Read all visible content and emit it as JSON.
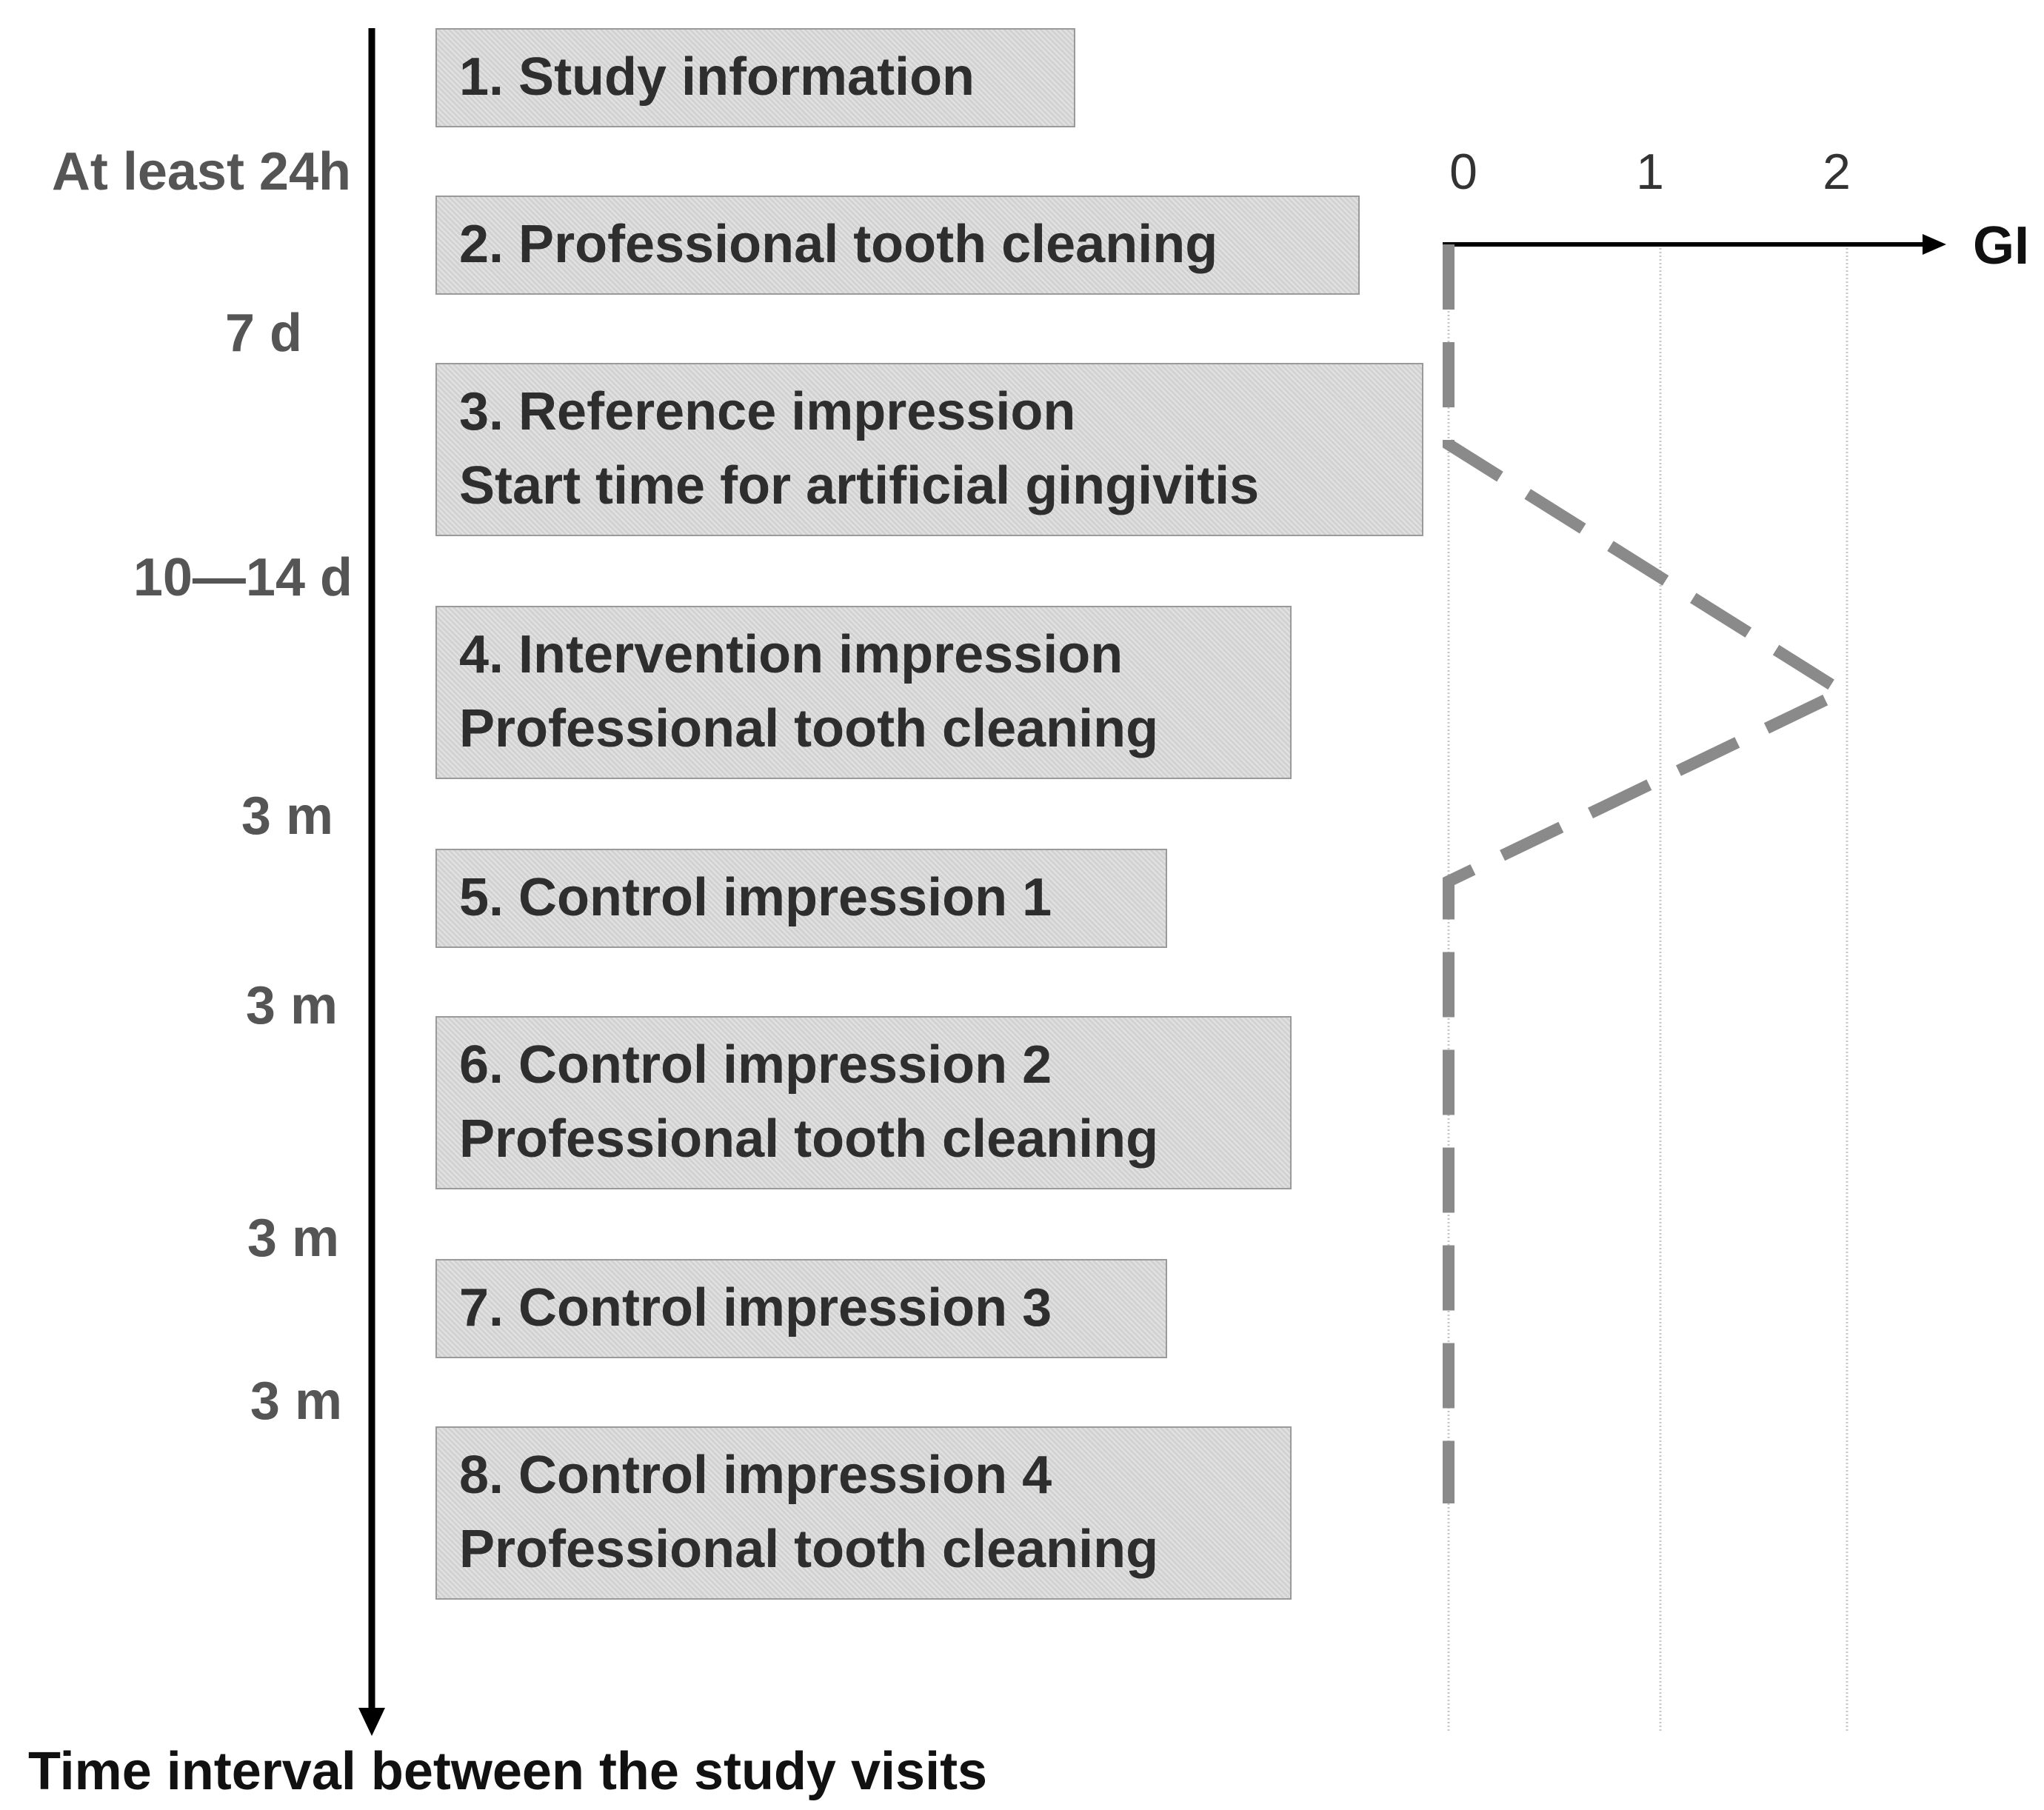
{
  "visits": [
    {
      "line1": "1. Study information",
      "line2": ""
    },
    {
      "line1": "2. Professional tooth cleaning",
      "line2": ""
    },
    {
      "line1": "3. Reference impression",
      "line2": "Start time for artificial gingivitis"
    },
    {
      "line1": "4. Intervention impression",
      "line2": "Professional tooth cleaning"
    },
    {
      "line1": "5. Control impression 1",
      "line2": ""
    },
    {
      "line1": "6. Control impression 2",
      "line2": "Professional tooth cleaning"
    },
    {
      "line1": "7. Control impression 3",
      "line2": ""
    },
    {
      "line1": "8. Control impression 4",
      "line2": "Professional tooth cleaning"
    }
  ],
  "intervals": [
    "At least 24h",
    "7 d",
    "10—14 d",
    "3 m",
    "3 m",
    "3 m",
    "3 m"
  ],
  "time_axis_label": "Time interval between the study visits",
  "gi_axis": {
    "label": "GI",
    "ticks": [
      "0",
      "1",
      "2"
    ],
    "profile": [
      0,
      0,
      0,
      2,
      0,
      0,
      0,
      0
    ]
  },
  "colors": {
    "box_fill": "#d2d2d2",
    "dashed_line": "#8a8a8a",
    "axis": "#000000"
  }
}
